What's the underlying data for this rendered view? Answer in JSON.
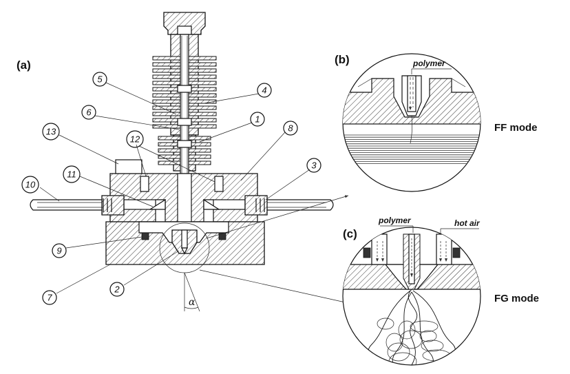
{
  "panels": {
    "a": "(a)",
    "b": "(b)",
    "c": "(c)"
  },
  "modes": {
    "ff": "FF mode",
    "fg": "FG mode"
  },
  "annotations": {
    "polymer_b": "polymer",
    "polymer_c": "polymer",
    "hot_air": "hot air",
    "alpha": "α"
  },
  "parts": [
    "1",
    "2",
    "3",
    "4",
    "5",
    "6",
    "7",
    "8",
    "9",
    "10",
    "11",
    "12",
    "13"
  ]
}
